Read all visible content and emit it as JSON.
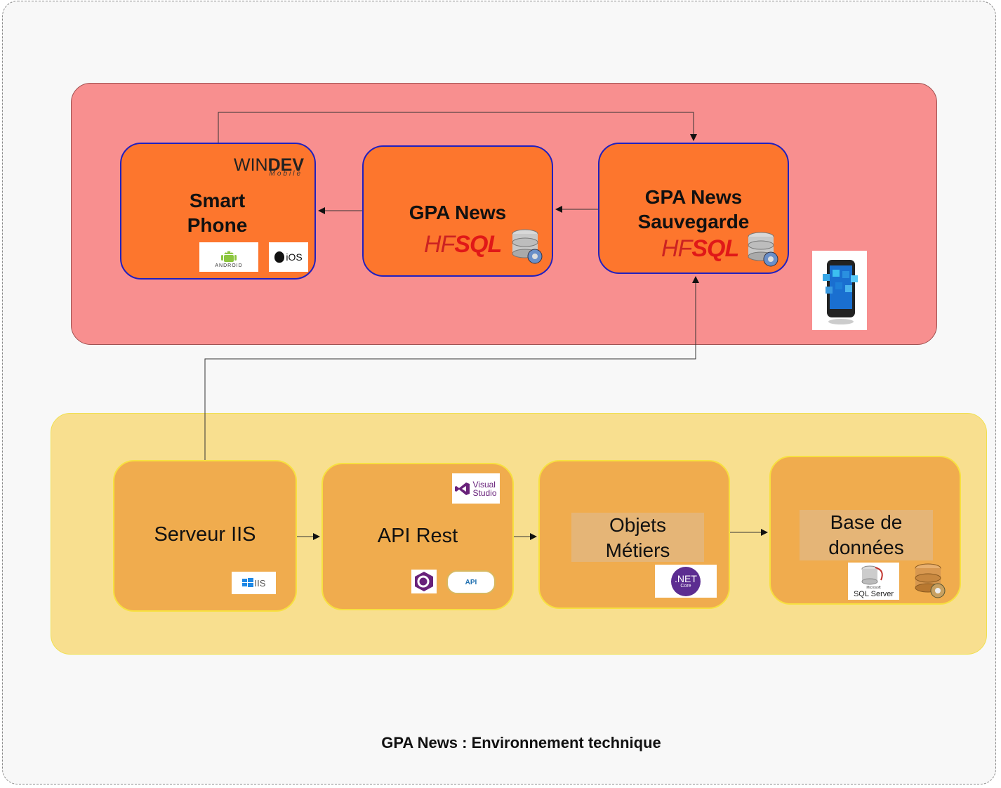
{
  "diagram": {
    "caption": "GPA News : Environnement technique",
    "mobile_zone": {
      "smartphone": {
        "title_line1": "Smart",
        "title_line2": "Phone",
        "logo_brand": "WIN",
        "logo_brand_bold": "DEV",
        "logo_sub": "Mobile",
        "android_label": "ANDROID",
        "ios_label": "iOS"
      },
      "gpa_news": {
        "title": "GPA News",
        "db_hf": "HF",
        "db_sql": "SQL"
      },
      "gpa_news_backup": {
        "title_line1": "GPA News",
        "title_line2": "Sauvegarde",
        "db_hf": "HF",
        "db_sql": "SQL"
      }
    },
    "server_zone": {
      "iis": {
        "title": "Serveur IIS",
        "logo_label": "IIS"
      },
      "api": {
        "title": "API Rest",
        "vs_line1": "Visual",
        "vs_line2": "Studio",
        "csharp_label": "C#",
        "rest_label": "API"
      },
      "business": {
        "title_line1": "Objets",
        "title_line2": "Métiers",
        "net_label": ".NET",
        "net_sub": "Core"
      },
      "database": {
        "title_line1": "Base de",
        "title_line2": "données",
        "sql_server_label": "SQL Server",
        "sql_server_sub": "Microsoft"
      }
    }
  },
  "colors": {
    "mobile_zone": "#f88f8f",
    "server_zone": "#f8df8f",
    "orange_node": "#fd762d",
    "tan_node": "#f0ac4e",
    "node_border_blue": "#2020c0",
    "node_border_yellow": "#f7e040"
  }
}
